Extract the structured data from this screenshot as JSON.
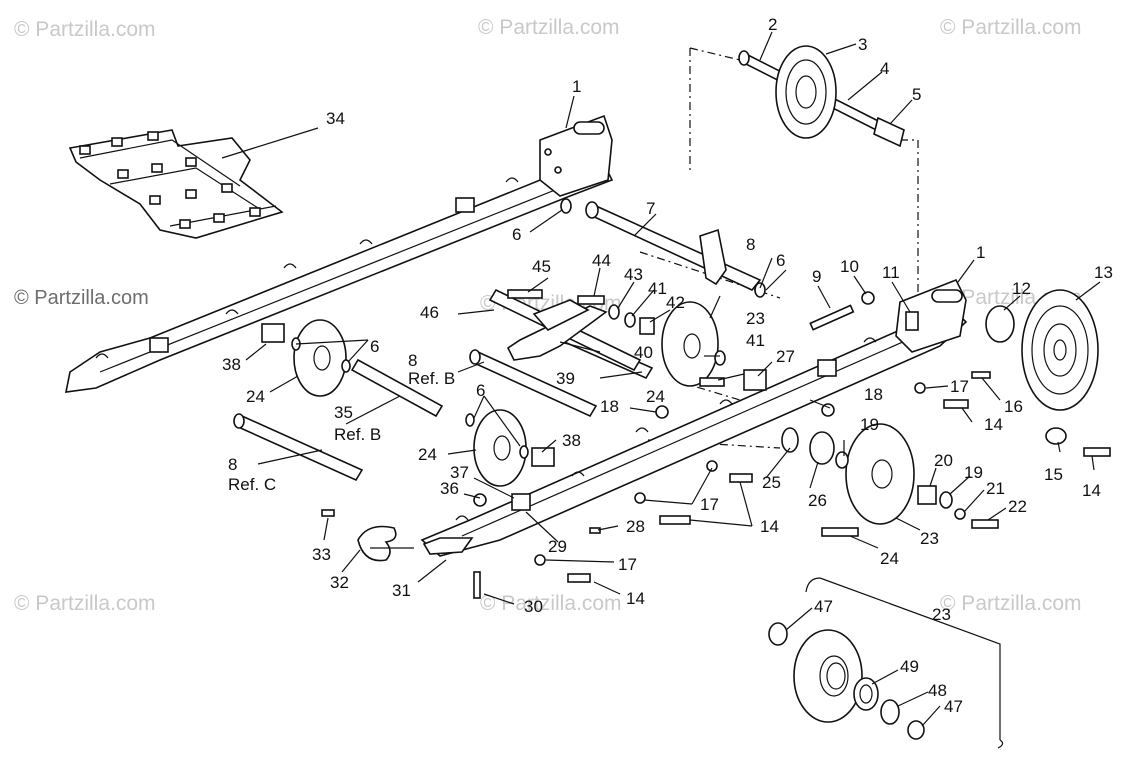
{
  "watermarks": [
    {
      "text": "© Partzilla.com",
      "style": "faint"
    },
    {
      "text": "© Partzilla.com",
      "style": "faint"
    },
    {
      "text": "© Partzilla.com",
      "style": "faint"
    },
    {
      "text": "© Partzilla.com",
      "style": "strong"
    },
    {
      "text": "© Partzilla.com",
      "style": "faint"
    },
    {
      "text": "© Partzilla.com",
      "style": "faint"
    },
    {
      "text": "© Partzilla.com",
      "style": "faint"
    },
    {
      "text": "© Partzilla.com",
      "style": "faint"
    },
    {
      "text": "© Partzilla.com",
      "style": "faint"
    }
  ],
  "callouts": [
    {
      "label": "1"
    },
    {
      "label": "1"
    },
    {
      "label": "2"
    },
    {
      "label": "3"
    },
    {
      "label": "4"
    },
    {
      "label": "5"
    },
    {
      "label": "6"
    },
    {
      "label": "6"
    },
    {
      "label": "6"
    },
    {
      "label": "6"
    },
    {
      "label": "7"
    },
    {
      "label": "8"
    },
    {
      "label": "8"
    },
    {
      "label": "8"
    },
    {
      "label": "9"
    },
    {
      "label": "10"
    },
    {
      "label": "11"
    },
    {
      "label": "12"
    },
    {
      "label": "13"
    },
    {
      "label": "14"
    },
    {
      "label": "14"
    },
    {
      "label": "14"
    },
    {
      "label": "14"
    },
    {
      "label": "15"
    },
    {
      "label": "16"
    },
    {
      "label": "17"
    },
    {
      "label": "17"
    },
    {
      "label": "17"
    },
    {
      "label": "18"
    },
    {
      "label": "18"
    },
    {
      "label": "19"
    },
    {
      "label": "19"
    },
    {
      "label": "20"
    },
    {
      "label": "21"
    },
    {
      "label": "22"
    },
    {
      "label": "23"
    },
    {
      "label": "23"
    },
    {
      "label": "23"
    },
    {
      "label": "24"
    },
    {
      "label": "24"
    },
    {
      "label": "24"
    },
    {
      "label": "24"
    },
    {
      "label": "25"
    },
    {
      "label": "26"
    },
    {
      "label": "27"
    },
    {
      "label": "28"
    },
    {
      "label": "29"
    },
    {
      "label": "30"
    },
    {
      "label": "31"
    },
    {
      "label": "32"
    },
    {
      "label": "33"
    },
    {
      "label": "34"
    },
    {
      "label": "35"
    },
    {
      "label": "36"
    },
    {
      "label": "37"
    },
    {
      "label": "38"
    },
    {
      "label": "38"
    },
    {
      "label": "39"
    },
    {
      "label": "40"
    },
    {
      "label": "41"
    },
    {
      "label": "41"
    },
    {
      "label": "42"
    },
    {
      "label": "43"
    },
    {
      "label": "44"
    },
    {
      "label": "45"
    },
    {
      "label": "46"
    },
    {
      "label": "47"
    },
    {
      "label": "47"
    },
    {
      "label": "48"
    },
    {
      "label": "49"
    }
  ],
  "references": [
    {
      "text": "Ref. B"
    },
    {
      "text": "Ref. B"
    },
    {
      "text": "Ref. C"
    }
  ]
}
